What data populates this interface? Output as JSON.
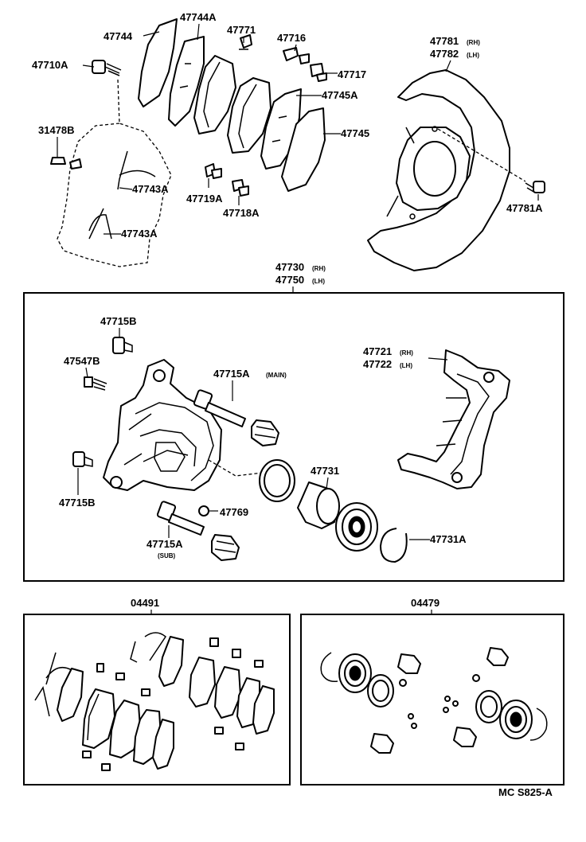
{
  "labels": {
    "p47744": "47744",
    "p47744A": "47744A",
    "p47771": "47771",
    "p47716": "47716",
    "p47781": "47781",
    "p47782": "47782",
    "p47710A": "47710A",
    "p47717": "47717",
    "p47745A": "47745A",
    "p31478B": "31478B",
    "p47745": "47745",
    "p47743A_1": "47743A",
    "p47719A": "47719A",
    "p47718A": "47718A",
    "p47781A": "47781A",
    "p47743A_2": "47743A",
    "p47730": "47730",
    "p47750": "47750",
    "p47715B_1": "47715B",
    "p47547B": "47547B",
    "p47715A_main": "47715A",
    "p47721": "47721",
    "p47722": "47722",
    "p47731": "47731",
    "p47715B_2": "47715B",
    "p47769": "47769",
    "p47715A_sub": "47715A",
    "p47731A": "47731A",
    "p04491": "04491",
    "p04479": "04479"
  },
  "tags": {
    "rh": "(RH)",
    "lh": "(LH)",
    "main": "(MAIN)",
    "sub": "(SUB)"
  },
  "footer": {
    "code": "MC  S825-A"
  }
}
